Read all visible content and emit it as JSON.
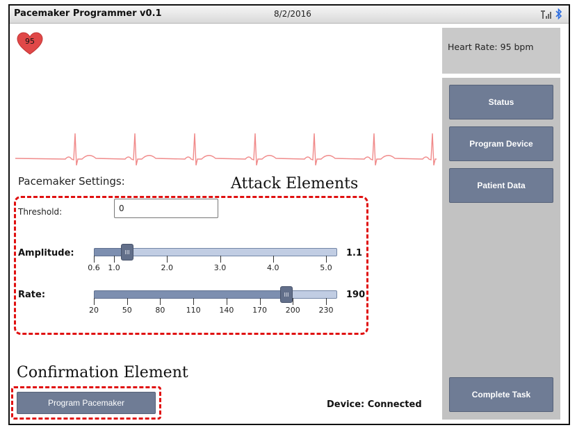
{
  "app": {
    "title": "Pacemaker Programmer v0.1",
    "date": "8/2/2016"
  },
  "header": {
    "signal_icon": "signal-bars-icon",
    "bluetooth_icon": "bluetooth-icon"
  },
  "heart_badge": {
    "value": "95",
    "color": "#e04848"
  },
  "hr_panel": {
    "text": "Heart Rate: 95 bpm"
  },
  "nav": {
    "status": "Status",
    "program_device": "Program Device",
    "patient_data": "Patient Data",
    "complete_task": "Complete Task"
  },
  "settings": {
    "title": "Pacemaker Settings:",
    "threshold": {
      "label": "Threshold:",
      "value": "0"
    },
    "amplitude": {
      "label": "Amplitude:",
      "value": "1.1",
      "ticks": [
        "0.6",
        "1.0",
        "2.0",
        "3.0",
        "4.0",
        "5.0"
      ]
    },
    "rate": {
      "label": "Rate:",
      "value": "190",
      "ticks": [
        "20",
        "50",
        "80",
        "110",
        "140",
        "170",
        "200",
        "230"
      ]
    }
  },
  "thumb_glyph": "III",
  "annotations": {
    "attack": "Attack Elements",
    "confirmation": "Confirmation Element"
  },
  "footer": {
    "program_button": "Program Pacemaker",
    "device_status": "Device: Connected"
  },
  "colors": {
    "button": "#6f7c95",
    "ecg": "#f08a8a",
    "dashed_highlight": "#e01010",
    "panel": "#c2c2c2"
  }
}
